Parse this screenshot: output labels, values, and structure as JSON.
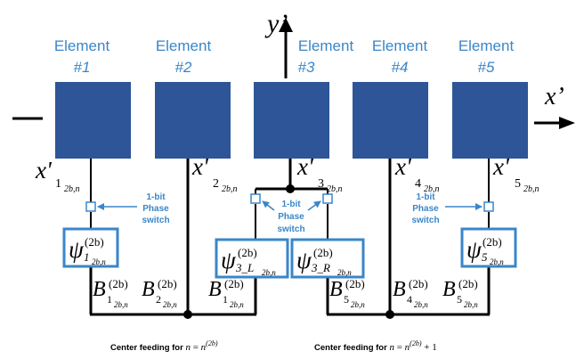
{
  "axes": {
    "x": "x’",
    "y": "y’"
  },
  "elements": [
    {
      "label": "Element",
      "num": "#1"
    },
    {
      "label": "Element",
      "num": "#2"
    },
    {
      "label": "Element",
      "num": "#3"
    },
    {
      "label": "Element",
      "num": "#4"
    },
    {
      "label": "Element",
      "num": "#5"
    }
  ],
  "port_labels": {
    "x": "x'",
    "subs": [
      "1",
      "2",
      "3",
      "4",
      "5"
    ],
    "tail": "2b,n"
  },
  "switch_label": [
    "1-bit",
    "Phase",
    "switch"
  ],
  "psi": {
    "symbol": "ψ",
    "sup": "(2b)",
    "boxes": [
      {
        "sub": "1",
        "tail": "2b,n"
      },
      {
        "sub": "3_L",
        "tail": "2b,n"
      },
      {
        "sub": "3_R",
        "tail": "2b,n"
      },
      {
        "sub": "5",
        "tail": "2b,n"
      }
    ]
  },
  "b_labels": {
    "symbol": "B",
    "sup": "(2b)",
    "tail": "2b,n",
    "items": [
      "1",
      "2",
      "1",
      "5",
      "4",
      "5"
    ]
  },
  "feeds": [
    {
      "prefix": "Center feeding for ",
      "expr_n": "n",
      "expr_eq": " = ",
      "expr_base": "n",
      "expr_sup": "(2b)",
      "expr_tail": ""
    },
    {
      "prefix": "Center feeding for ",
      "expr_n": "n",
      "expr_eq": " = ",
      "expr_base": "n",
      "expr_sup": "(2b)",
      "expr_tail": " + 1"
    }
  ],
  "colors": {
    "element_fill": "#2e5597",
    "accent": "#3a86c8",
    "line": "#000000"
  }
}
